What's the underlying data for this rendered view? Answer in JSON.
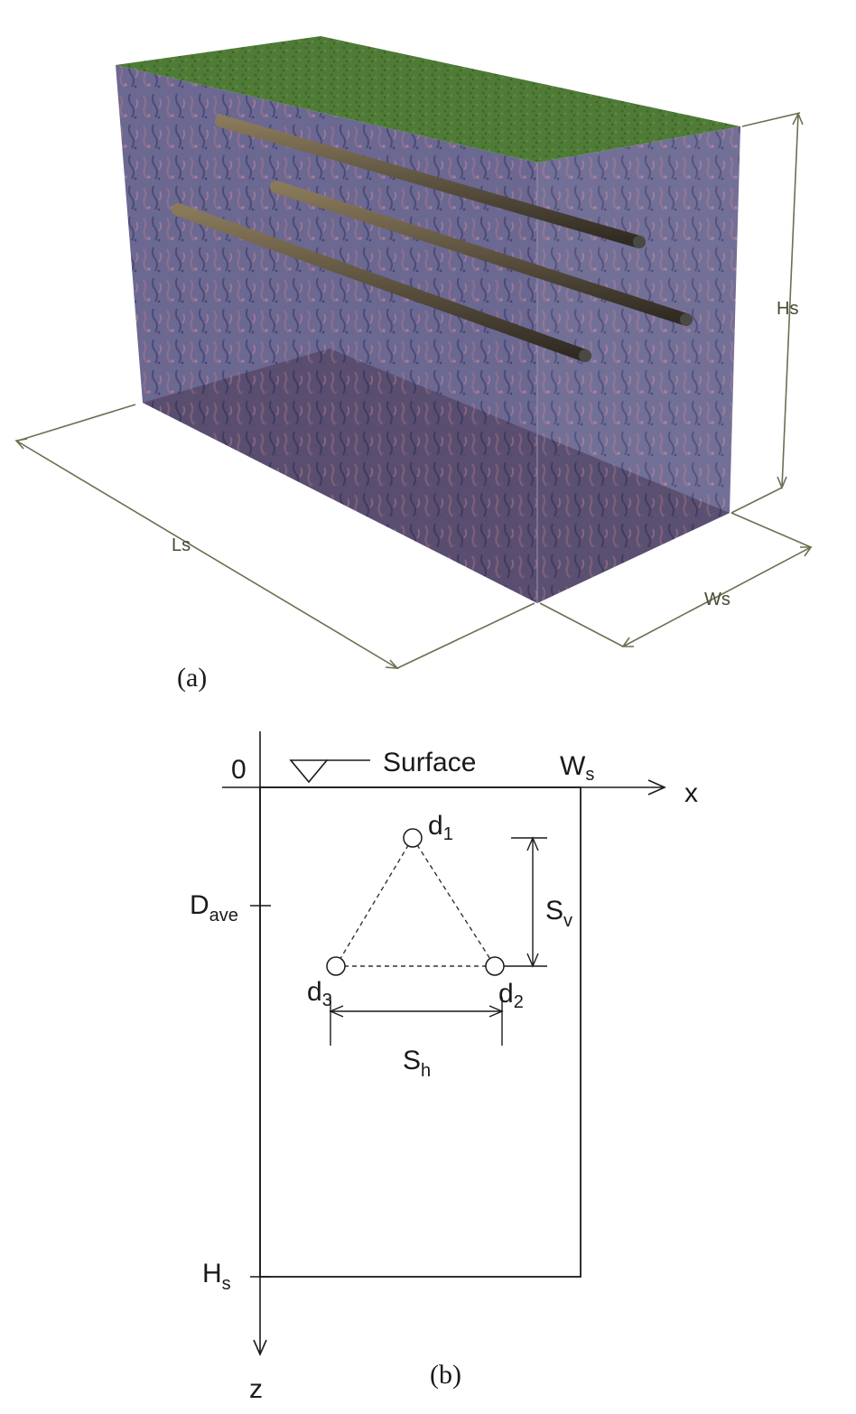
{
  "panel_a": {
    "caption": "(a)",
    "dimensions": {
      "length": "Ls",
      "width": "Ws",
      "height": "Hs"
    },
    "colors": {
      "ground_top": "#4f7a38",
      "soil_face": "#6d6a94",
      "soil_dark": "#5a4e72",
      "cable": "#5e5440"
    }
  },
  "panel_b": {
    "caption": "(b)",
    "origin": "0",
    "surface": "Surface",
    "x_axis": "x",
    "z_axis": "z",
    "width_label": {
      "base": "W",
      "sub": "s"
    },
    "depth_label": {
      "base": "D",
      "sub": "ave"
    },
    "height_label": {
      "base": "H",
      "sub": "s"
    },
    "cables": [
      {
        "base": "d",
        "sub": "1"
      },
      {
        "base": "d",
        "sub": "2"
      },
      {
        "base": "d",
        "sub": "3"
      }
    ],
    "vertical_spacing": {
      "base": "S",
      "sub": "v"
    },
    "horizontal_spacing": {
      "base": "S",
      "sub": "h"
    }
  }
}
